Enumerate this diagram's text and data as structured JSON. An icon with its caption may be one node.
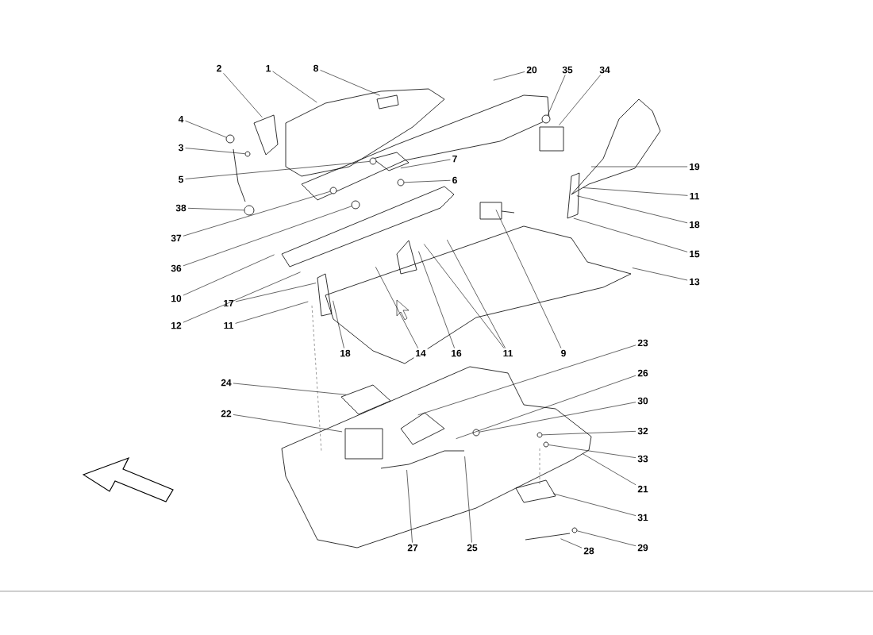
{
  "diagram": {
    "nodes": [
      {
        "text": [
          "2"
        ]
      },
      {
        "text": [
          "1"
        ]
      },
      {
        "text": [
          "8"
        ]
      },
      {
        "text": [
          "20"
        ]
      },
      {
        "text": [
          "35"
        ]
      },
      {
        "text": [
          "34"
        ]
      },
      {
        "text": [
          "4"
        ]
      },
      {
        "text": [
          "3"
        ]
      },
      {
        "text": [
          "7"
        ]
      },
      {
        "text": [
          "19"
        ]
      },
      {
        "text": [
          "5"
        ]
      },
      {
        "text": [
          "6"
        ]
      },
      {
        "text": [
          "11"
        ]
      },
      {
        "text": [
          "38"
        ]
      },
      {
        "text": [
          "18"
        ]
      },
      {
        "text": [
          "37"
        ]
      },
      {
        "text": [
          "15"
        ]
      },
      {
        "text": [
          "36"
        ]
      },
      {
        "text": [
          "13"
        ]
      },
      {
        "text": [
          "10"
        ]
      },
      {
        "text": [
          "17"
        ]
      },
      {
        "text": [
          "12"
        ]
      },
      {
        "text": [
          "11"
        ]
      },
      {
        "text": [
          "23"
        ]
      },
      {
        "text": [
          "18"
        ]
      },
      {
        "text": [
          "14"
        ]
      },
      {
        "text": [
          "16"
        ]
      },
      {
        "text": [
          "11"
        ]
      },
      {
        "text": [
          "9"
        ]
      },
      {
        "text": [
          "26"
        ]
      },
      {
        "text": [
          "24"
        ]
      },
      {
        "text": [
          "30"
        ]
      },
      {
        "text": [
          "22"
        ]
      },
      {
        "text": [
          "32"
        ]
      },
      {
        "text": [
          "33"
        ]
      },
      {
        "text": [
          "21"
        ]
      },
      {
        "text": [
          "31"
        ]
      },
      {
        "text": [
          "27"
        ]
      },
      {
        "text": [
          "25"
        ]
      },
      {
        "text": [
          "28"
        ]
      },
      {
        "text": [
          "29"
        ]
      },
      {
        "text": [],
        "shape": "circle"
      },
      {
        "text": [],
        "shape": "circle"
      },
      {
        "text": [],
        "shape": "circle"
      },
      {
        "text": [],
        "shape": "circle"
      },
      {
        "text": [],
        "shape": "circle"
      },
      {
        "text": [],
        "shape": "circle"
      },
      {
        "text": [],
        "shape": "circle"
      },
      {
        "text": [],
        "shape": "circle"
      },
      {
        "text": [],
        "shape": "circle"
      },
      {
        "text": [],
        "shape": "circle"
      },
      {
        "text": [],
        "shape": "circle"
      },
      {
        "text": [],
        "shape": "circle"
      }
    ],
    "edges": [
      {
        "from": 0,
        "to": null,
        "arrow": "none"
      },
      {
        "from": 1,
        "to": null,
        "arrow": "none"
      },
      {
        "from": 2,
        "to": null,
        "arrow": "none"
      },
      {
        "from": 3,
        "to": null,
        "arrow": "none"
      },
      {
        "from": 4,
        "to": 41,
        "arrow": "none"
      },
      {
        "from": 5,
        "to": null,
        "arrow": "none"
      },
      {
        "from": 6,
        "to": 42,
        "arrow": "none"
      },
      {
        "from": 7,
        "to": 43,
        "arrow": "none"
      },
      {
        "from": 8,
        "to": null,
        "arrow": "none"
      },
      {
        "from": 9,
        "to": null,
        "arrow": "none"
      },
      {
        "from": 10,
        "to": 44,
        "arrow": "none"
      },
      {
        "from": 11,
        "to": 45,
        "arrow": "none"
      },
      {
        "from": 12,
        "to": null,
        "arrow": "none"
      },
      {
        "from": 13,
        "to": 48,
        "arrow": "none"
      },
      {
        "from": 14,
        "to": null,
        "arrow": "none"
      },
      {
        "from": 15,
        "to": 46,
        "arrow": "none"
      },
      {
        "from": 16,
        "to": null,
        "arrow": "none"
      },
      {
        "from": 17,
        "to": 47,
        "arrow": "none"
      },
      {
        "from": 18,
        "to": null,
        "arrow": "none"
      },
      {
        "from": 19,
        "to": null,
        "arrow": "none"
      },
      {
        "from": 20,
        "to": null,
        "arrow": "none"
      },
      {
        "from": 21,
        "to": null,
        "arrow": "none"
      },
      {
        "from": 22,
        "to": null,
        "arrow": "none"
      },
      {
        "from": 23,
        "to": null,
        "arrow": "none"
      },
      {
        "from": 24,
        "to": null,
        "arrow": "none"
      },
      {
        "from": 25,
        "to": null,
        "arrow": "none"
      },
      {
        "from": 26,
        "to": null,
        "arrow": "none"
      },
      {
        "from": 27,
        "to": null,
        "arrow": "none"
      },
      {
        "from": 27,
        "to": null,
        "arrow": "none"
      },
      {
        "from": 28,
        "to": null,
        "arrow": "none"
      },
      {
        "from": 29,
        "to": null,
        "arrow": "none"
      },
      {
        "from": 30,
        "to": null,
        "arrow": "none"
      },
      {
        "from": 31,
        "to": 49,
        "arrow": "none"
      },
      {
        "from": 32,
        "to": null,
        "arrow": "none"
      },
      {
        "from": 33,
        "to": 50,
        "arrow": "none"
      },
      {
        "from": 34,
        "to": 51,
        "arrow": "none"
      },
      {
        "from": 35,
        "to": null,
        "arrow": "none"
      },
      {
        "from": 36,
        "to": null,
        "arrow": "none"
      },
      {
        "from": 37,
        "to": null,
        "arrow": "none"
      },
      {
        "from": 38,
        "to": null,
        "arrow": "none"
      },
      {
        "from": 39,
        "to": null,
        "arrow": "none"
      },
      {
        "from": 40,
        "to": 52,
        "arrow": "none"
      }
    ]
  }
}
